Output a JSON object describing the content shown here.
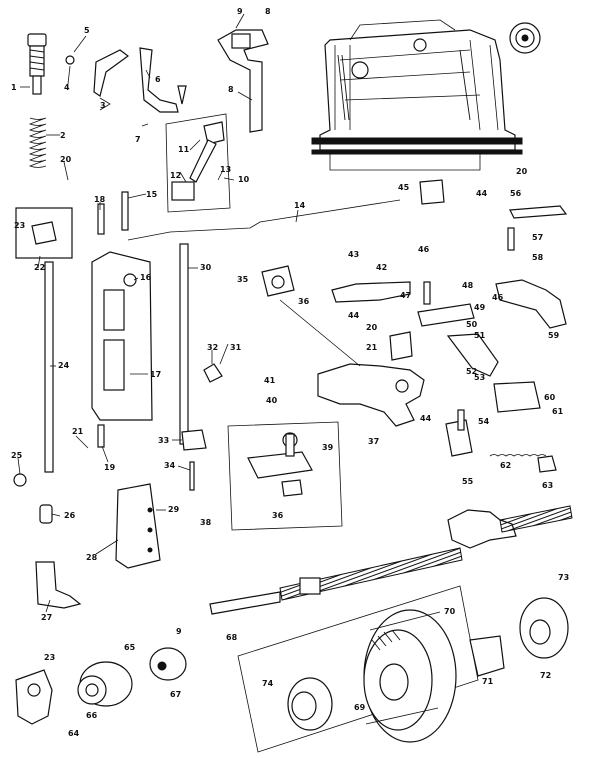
{
  "diagram": {
    "type": "exploded-parts-diagram",
    "part_numbers": [
      "1",
      "2",
      "3",
      "4",
      "5",
      "6",
      "7",
      "8",
      "9",
      "10",
      "11",
      "12",
      "13",
      "14",
      "15",
      "16",
      "17",
      "18",
      "19",
      "20",
      "21",
      "22",
      "23",
      "24",
      "25",
      "26",
      "27",
      "28",
      "29",
      "30",
      "31",
      "32",
      "33",
      "34",
      "35",
      "36",
      "37",
      "38",
      "39",
      "40",
      "41",
      "42",
      "43",
      "44",
      "45",
      "46",
      "47",
      "48",
      "49",
      "50",
      "51",
      "52",
      "53",
      "54",
      "55",
      "56",
      "57",
      "58",
      "59",
      "60",
      "61",
      "62",
      "63",
      "64",
      "65",
      "66",
      "67",
      "68",
      "69",
      "70",
      "71",
      "72",
      "73",
      "74"
    ]
  }
}
